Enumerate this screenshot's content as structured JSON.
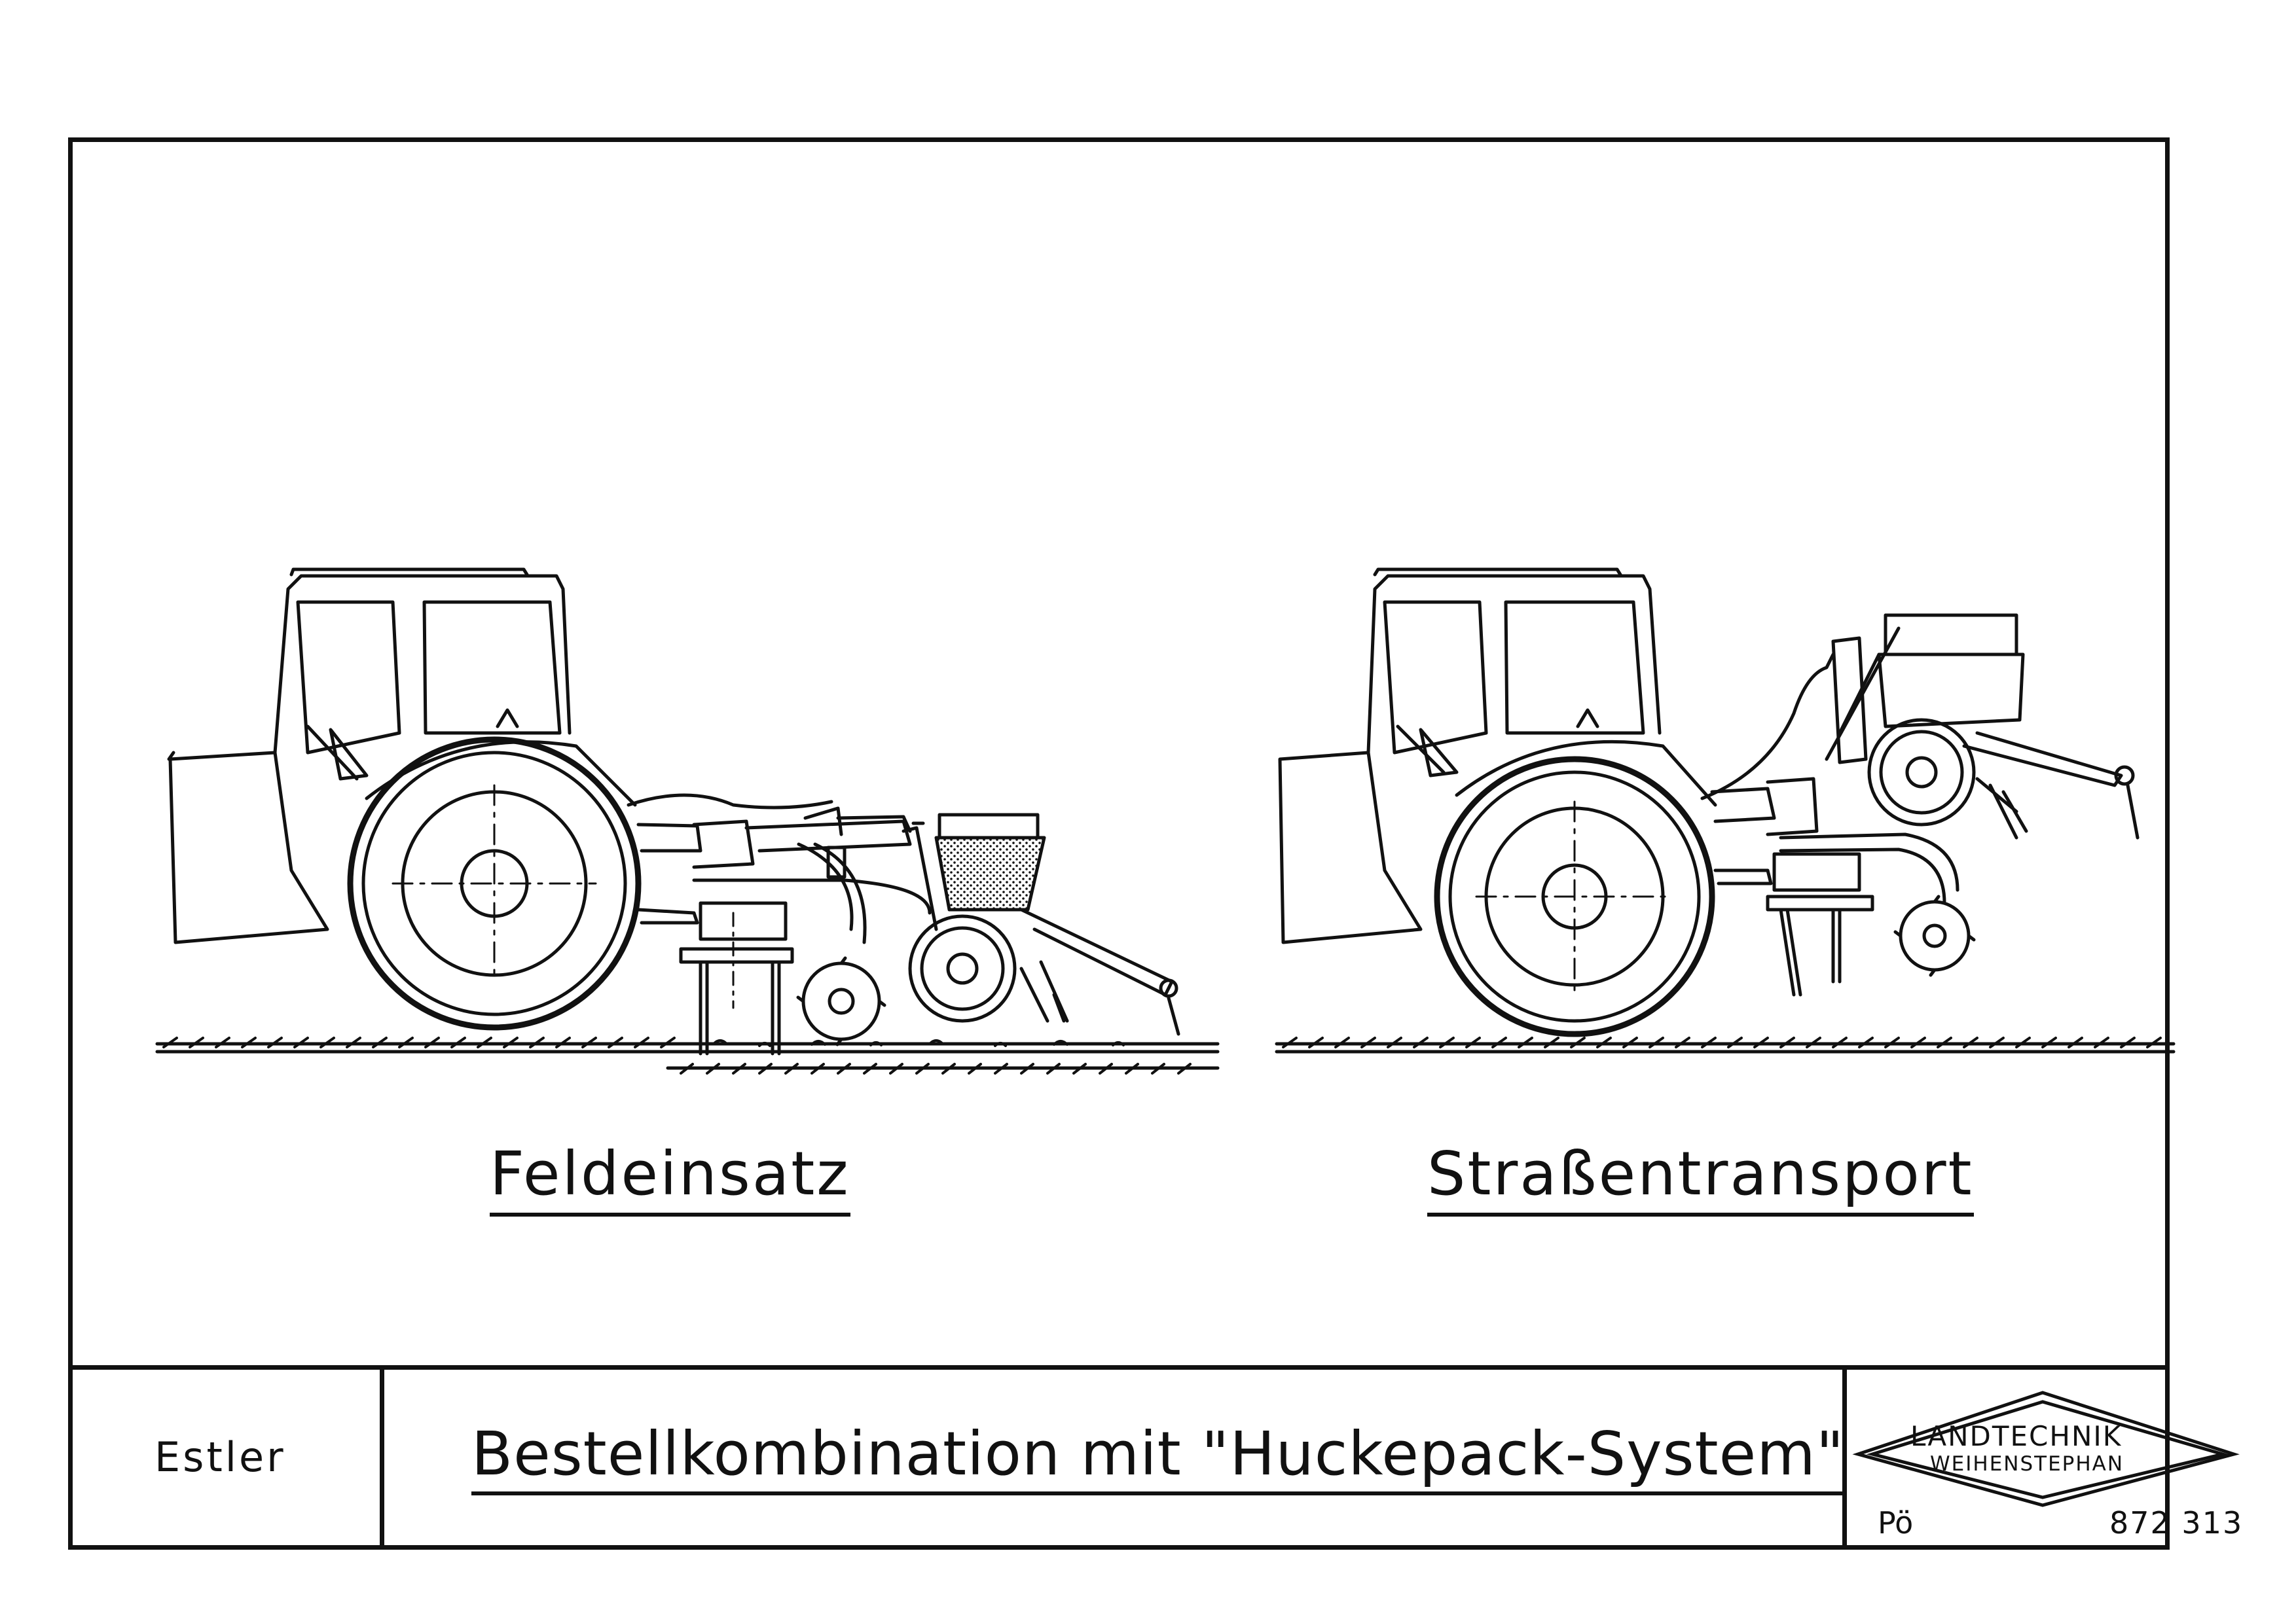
{
  "drawing": {
    "caption_left": "Feldeinsatz",
    "caption_right": "Straßentransport"
  },
  "title_block": {
    "author": "Estler",
    "title": "Bestellkombination mit \"Huckepack-System\"",
    "logo_line1": "LANDTECHNIK",
    "logo_line2": "WEIHENSTEPHAN",
    "drawer": "Pö",
    "drawing_number": "872 313"
  },
  "colors": {
    "ink": "#111111",
    "paper": "#ffffff"
  }
}
